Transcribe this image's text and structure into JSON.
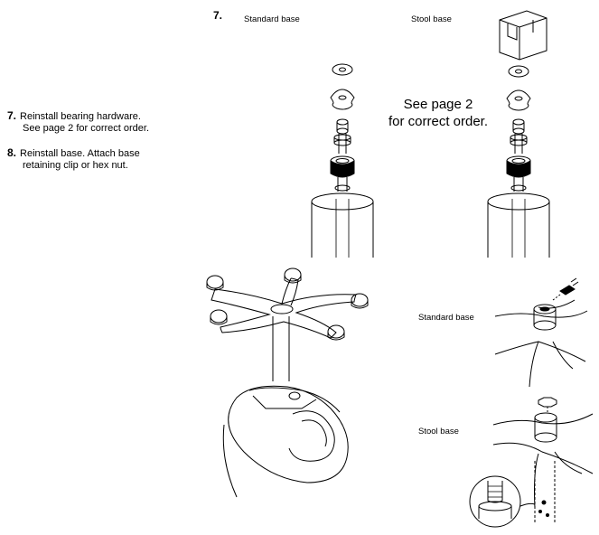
{
  "steps": [
    {
      "num": "7.",
      "text_line1": "Reinstall bearing hardware.",
      "text_line2": "See page 2 for correct order."
    },
    {
      "num": "8.",
      "text_line1": "Reinstall base. Attach base",
      "text_line2": "retaining clip or hex nut."
    }
  ],
  "figure_top": {
    "step_num": "7.",
    "label_left": "Standard base",
    "label_right": "Stool base",
    "callout_line1": "See page 2",
    "callout_line2": "for correct order."
  },
  "figure_bottom": {
    "label_standard": "Standard base",
    "label_stool": "Stool base"
  }
}
